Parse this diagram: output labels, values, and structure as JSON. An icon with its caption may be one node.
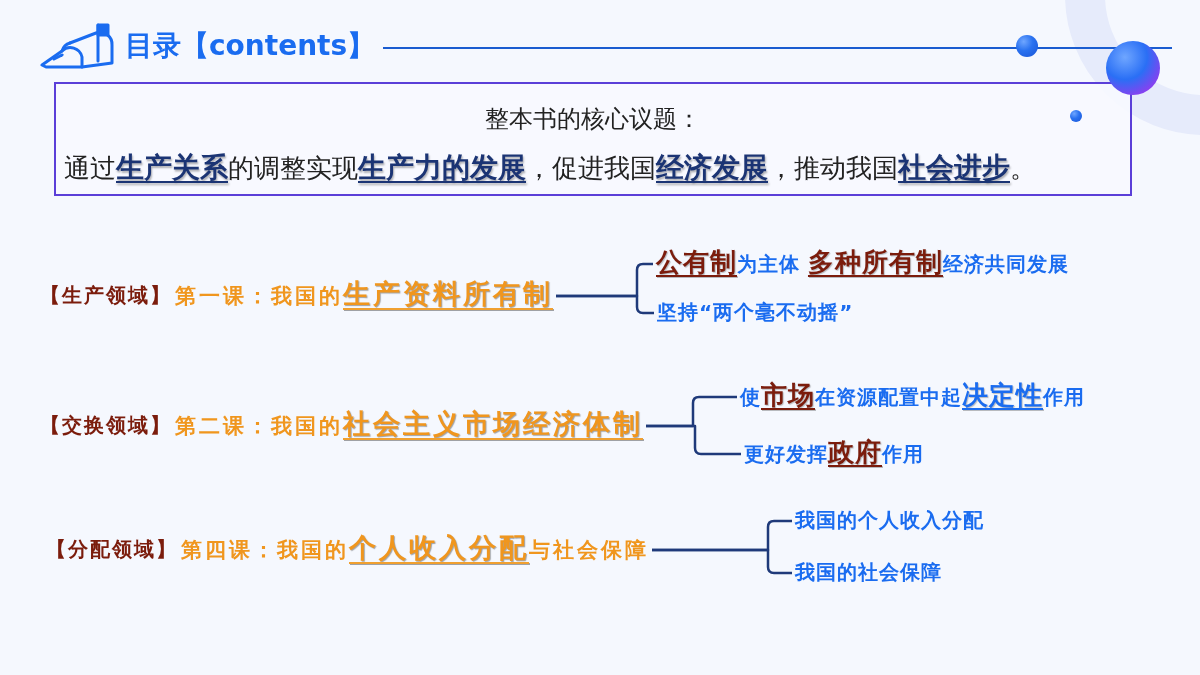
{
  "diagram": {
    "title": "目录【contents】",
    "nodes": [
      {
        "text": [
          "整本书的核心议题：",
          "通过**生产关系**的调整实现**生产力的发展**，促进我国**经济发展**，推动我国**社会进步**。"
        ]
      },
      {
        "text": [
          "【生产领域】",
          "第一课：我国的**生产资料所有制**"
        ]
      },
      {
        "text": [
          "**公有制**为主体 **多种所有制**经济共同发展"
        ]
      },
      {
        "text": [
          "坚持“两个毫不动摇”"
        ]
      },
      {
        "text": [
          "【交换领域】",
          "第二课：我国的**社会主义市场经济体制**"
        ]
      },
      {
        "text": [
          "使**市场**在资源配置中起**决定性**作用"
        ]
      },
      {
        "text": [
          "更好发挥**政府**作用"
        ]
      },
      {
        "text": [
          "【分配领域】",
          "第四课：我国的**个人收入分配**与社会保障"
        ]
      },
      {
        "text": [
          "我国的个人收入分配"
        ]
      },
      {
        "text": [
          "我国的社会保障"
        ]
      }
    ],
    "edges": [
      {
        "from": 1,
        "to": 2,
        "arrow": "none"
      },
      {
        "from": 1,
        "to": 3,
        "arrow": "none"
      },
      {
        "from": 4,
        "to": 5,
        "arrow": "none"
      },
      {
        "from": 4,
        "to": 6,
        "arrow": "none"
      },
      {
        "from": 7,
        "to": 8,
        "arrow": "none"
      },
      {
        "from": 7,
        "to": 9,
        "arrow": "none"
      }
    ]
  }
}
